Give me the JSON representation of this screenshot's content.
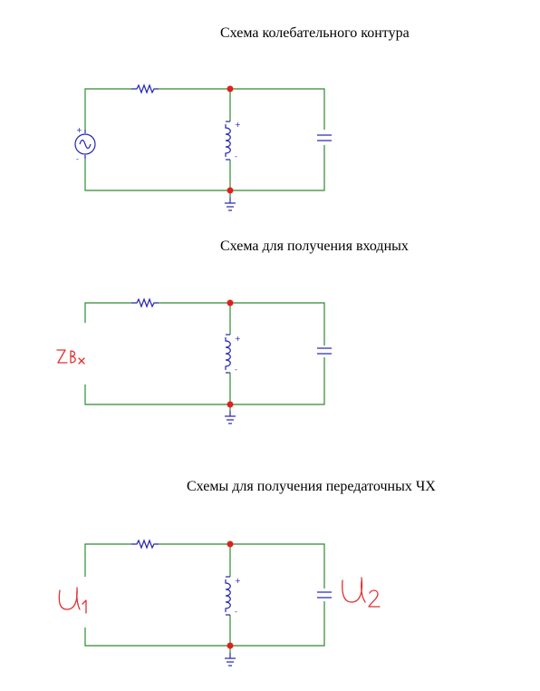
{
  "titles": {
    "schema1": "Схема колебательного контура",
    "schema2": "Схема для получения входных",
    "schema3": "Схемы для получения передаточных ЧХ"
  },
  "source_polarity": {
    "plus": "+",
    "minus": "-"
  },
  "inductor_polarity": {
    "plus": "+",
    "minus": "-"
  },
  "annotations": {
    "input_impedance": "Zвх",
    "input_voltage": "U1",
    "output_voltage": "U2"
  },
  "colors": {
    "wire": "#2e8b2e",
    "component": "#2323b5",
    "node": "#e02020",
    "handwriting": "#e03030"
  }
}
